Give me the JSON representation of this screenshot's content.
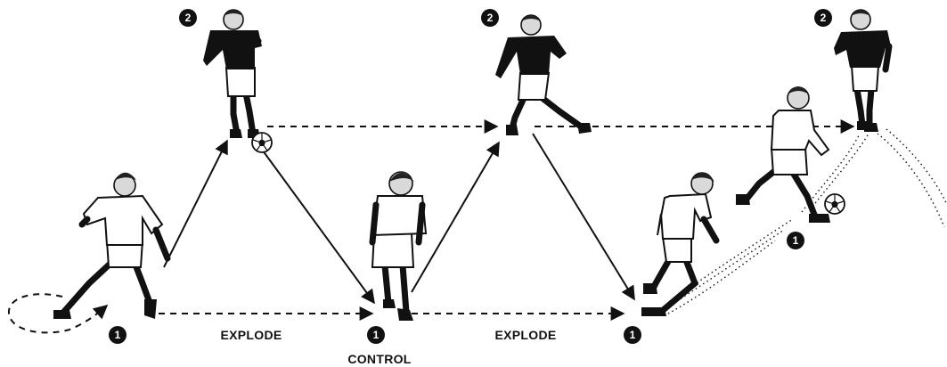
{
  "labels": {
    "explode_1": "EXPLODE",
    "explode_2": "EXPLODE",
    "control": "CONTROL"
  },
  "badges": {
    "p1_a": "1",
    "p1_b": "1",
    "p1_c": "1",
    "p1_d": "1",
    "p2_a": "2",
    "p2_b": "2",
    "p2_c": "2"
  },
  "colors": {
    "ink": "#111111",
    "background": "#ffffff",
    "skin": "#d9d9d9"
  }
}
